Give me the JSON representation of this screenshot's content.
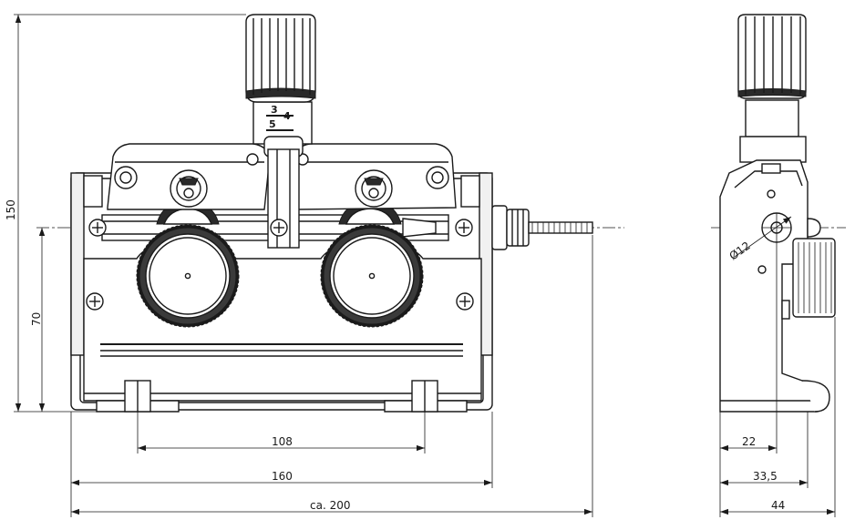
{
  "dimensions": {
    "height_total": "150",
    "height_axis": "70",
    "roll_spacing": "108",
    "base_width": "160",
    "overall_width": "ca. 200",
    "side_axis_offset": "22",
    "side_base_width": "33,5",
    "side_overall_width": "44",
    "bore_diameter": "Ø12"
  },
  "gauge_label": {
    "top": "3",
    "middle": "4",
    "bottom": "5"
  }
}
